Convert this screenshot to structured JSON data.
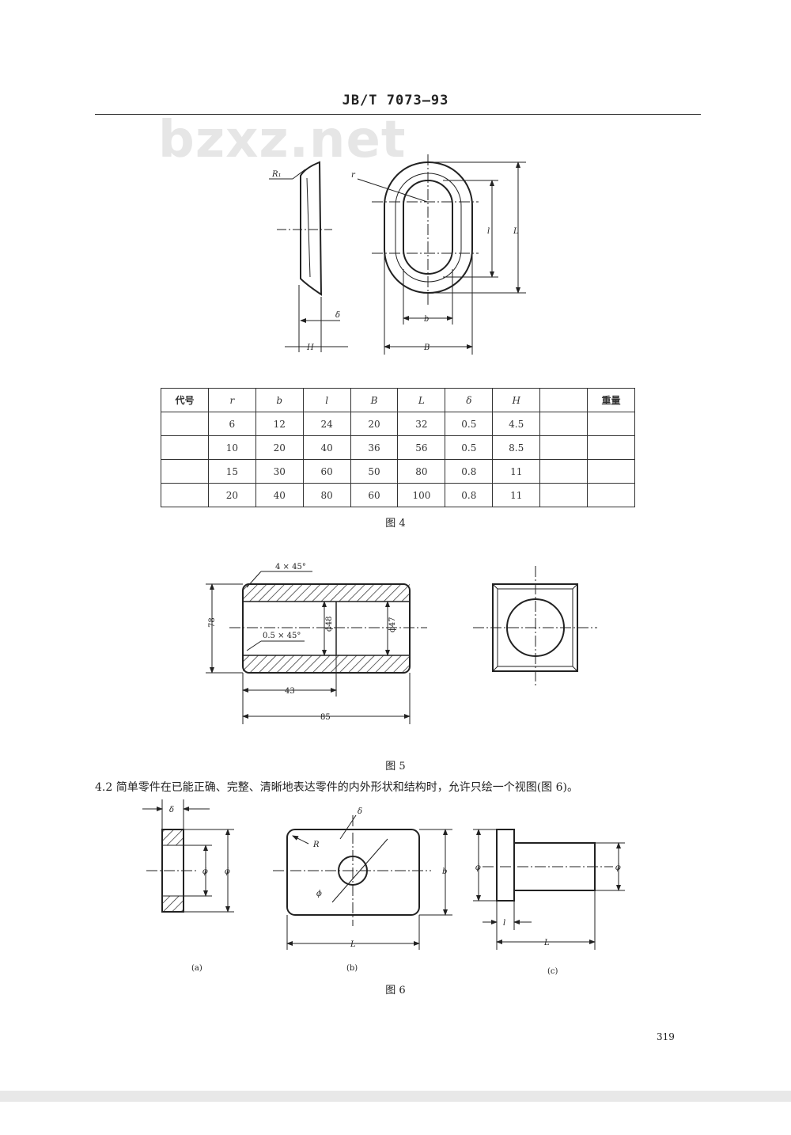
{
  "header": {
    "standard_code": "JB/T 7073—93"
  },
  "watermark": "bzxz.net",
  "figure4": {
    "labels": {
      "R1": "R₁",
      "r": "r",
      "delta": "δ",
      "H": "H",
      "l": "l",
      "L": "L",
      "b": "b",
      "B": "B"
    },
    "caption": "图 4",
    "table": {
      "headers": [
        "代号",
        "r",
        "b",
        "l",
        "B",
        "L",
        "δ",
        "H",
        "",
        "重量"
      ],
      "rows": [
        [
          "",
          "6",
          "12",
          "24",
          "20",
          "32",
          "0.5",
          "4.5",
          "",
          ""
        ],
        [
          "",
          "10",
          "20",
          "40",
          "36",
          "56",
          "0.5",
          "8.5",
          "",
          ""
        ],
        [
          "",
          "15",
          "30",
          "60",
          "50",
          "80",
          "0.8",
          "11",
          "",
          ""
        ],
        [
          "",
          "20",
          "40",
          "80",
          "60",
          "100",
          "0.8",
          "11",
          "",
          ""
        ]
      ]
    }
  },
  "figure5": {
    "labels": {
      "chamfer_outer": "4 × 45°",
      "chamfer_inner": "0.5 × 45°",
      "height": "78",
      "dia1": "ϕ48",
      "dia2": "ϕ47",
      "len1": "43",
      "len2": "85"
    },
    "caption": "图 5"
  },
  "paragraph": "4.2  简单零件在已能正确、完整、清晰地表达零件的内外形状和结构时，允许只绘一个视图(图 6)。",
  "figure6": {
    "labels": {
      "a_delta": "δ",
      "a_phi1": "ϕ",
      "a_phi2": "ϕ",
      "b_delta": "δ",
      "b_R": "R",
      "b_phi": "ϕ",
      "b_b": "b",
      "b_L": "L",
      "c_phi1": "ϕ",
      "c_phi2": "ϕ",
      "c_l": "l",
      "c_L": "L"
    },
    "sub_a": "(a)",
    "sub_b": "(b)",
    "sub_c": "(c)",
    "caption": "图 6"
  },
  "page_number": "319"
}
